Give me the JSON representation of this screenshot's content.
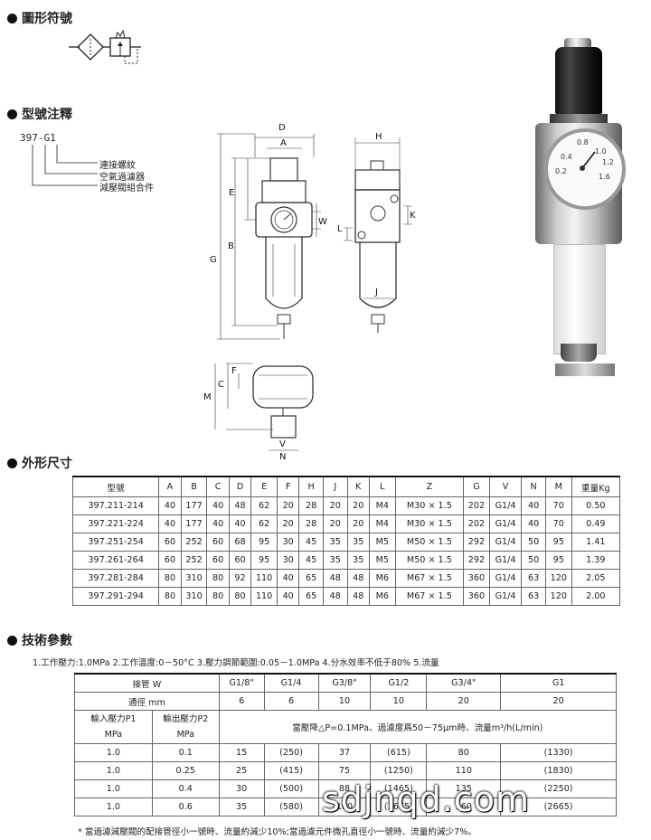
{
  "sections": {
    "symbol": "圖形符號",
    "model": "型號注釋",
    "dims": "外形尺寸",
    "tech": "技術參數"
  },
  "model_code": {
    "code": "397-G1",
    "notes": [
      "連接螺紋",
      "空氣過濾器",
      "減壓閥組合件"
    ]
  },
  "drawing_labels": {
    "D": "D",
    "A": "A",
    "E": "E",
    "B": "B",
    "G": "G",
    "W": "W",
    "H": "H",
    "L": "L",
    "K": "K",
    "J": "J",
    "F": "F",
    "C": "C",
    "M": "M",
    "V": "V",
    "N": "N"
  },
  "gauge_labels": [
    "0.8",
    "1.0",
    "1.2",
    "0.4",
    "0.2",
    "1.6"
  ],
  "dim_table": {
    "headers": [
      "型號",
      "A",
      "B",
      "C",
      "D",
      "E",
      "F",
      "H",
      "J",
      "K",
      "L",
      "Z",
      "G",
      "V",
      "N",
      "M",
      "重量Kg"
    ],
    "rows": [
      [
        "397.211-214",
        "40",
        "177",
        "40",
        "48",
        "62",
        "20",
        "28",
        "20",
        "20",
        "M4",
        "M30 × 1.5",
        "202",
        "G1/4",
        "40",
        "70",
        "0.50"
      ],
      [
        "397.221-224",
        "40",
        "177",
        "40",
        "40",
        "62",
        "20",
        "28",
        "20",
        "20",
        "M4",
        "M30 × 1.5",
        "202",
        "G1/4",
        "40",
        "70",
        "0.49"
      ],
      [
        "397.251-254",
        "60",
        "252",
        "60",
        "68",
        "95",
        "30",
        "45",
        "35",
        "35",
        "M5",
        "M50 × 1.5",
        "292",
        "G1/4",
        "50",
        "95",
        "1.41"
      ],
      [
        "397.261-264",
        "60",
        "252",
        "60",
        "60",
        "95",
        "30",
        "45",
        "35",
        "35",
        "M5",
        "M50 × 1.5",
        "292",
        "G1/4",
        "50",
        "95",
        "1.39"
      ],
      [
        "397.281-284",
        "80",
        "310",
        "80",
        "92",
        "110",
        "40",
        "65",
        "48",
        "48",
        "M6",
        "M67 × 1.5",
        "360",
        "G1/4",
        "63",
        "120",
        "2.05"
      ],
      [
        "397.291-294",
        "80",
        "310",
        "80",
        "80",
        "110",
        "40",
        "65",
        "48",
        "48",
        "M6",
        "M67 × 1.5",
        "360",
        "G1/4",
        "63",
        "120",
        "2.00"
      ]
    ]
  },
  "tech": {
    "intro": "1.工作壓力:1.0MPa 2.工作溫度:0－50°C 3.壓力調節範圍:0.05－1.0MPa 4.分水效率不低于80% 5.流量",
    "pipe_label": "接管 W",
    "bore_label": "通徑 mm",
    "pipe": [
      "G1/8\"",
      "G1/4",
      "G3/8\"",
      "G1/2",
      "G3/4\"",
      "G1"
    ],
    "bore": [
      "6",
      "6",
      "10",
      "10",
      "20",
      "20"
    ],
    "p1_label": "輸入壓力P1",
    "p2_label": "輸出壓力P2",
    "unit1": "MPa",
    "unit2": "MPa",
    "cond": "當壓降△P=0.1MPa、過濾度爲50－75μm時、流量m³/h(L/min)",
    "rows": [
      [
        "1.0",
        "0.1",
        "15",
        "(250)",
        "37",
        "(615)",
        "80",
        "(1330)"
      ],
      [
        "1.0",
        "0.25",
        "25",
        "(415)",
        "75",
        "(1250)",
        "110",
        "(1830)"
      ],
      [
        "1.0",
        "0.4",
        "30",
        "(500)",
        "88",
        "(1465)",
        "135",
        "(2250)"
      ],
      [
        "1.0",
        "0.6",
        "35",
        "(580)",
        "100",
        "(1665)",
        "160",
        "(2665)"
      ]
    ],
    "footnote": "* 當過濾減壓閥的配接管徑小一號時、流量約減少10%;當過濾元件微孔直徑小一號時、流量約減少7%。"
  },
  "watermark": "sdjnqd.com"
}
